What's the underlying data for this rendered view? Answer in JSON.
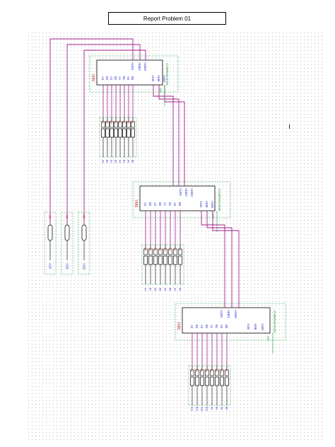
{
  "title": "Report Problem 01",
  "colors": {
    "wire": "#a0208c",
    "box": "#000000",
    "green": "#1f9a3a",
    "pin": "#2a2ad0",
    "red": "#c02020"
  },
  "chips": [
    {
      "part": "7485",
      "name": "COMPARATOR",
      "inputs": [
        "A3",
        "B3",
        "A2",
        "B2",
        "A1",
        "B1",
        "A0",
        "B0"
      ],
      "outputs": [
        "ALBO",
        "AEBO",
        "AGBO"
      ],
      "cascade": [
        "ALBI",
        "AEBI",
        "AGBI"
      ],
      "switch_labels": [
        "A3",
        "B3",
        "A2",
        "B2",
        "A1",
        "B1",
        "A0",
        "B0"
      ]
    },
    {
      "part": "7485",
      "name": "COMPARATOR",
      "inputs": [
        "A3",
        "B3",
        "A2",
        "B2",
        "A1",
        "B1",
        "A0",
        "B0"
      ],
      "outputs": [
        "ALBO",
        "AEBO",
        "AGBO"
      ],
      "cascade": [
        "ALBI",
        "AEBI",
        "AGBI"
      ],
      "switch_labels": [
        "A7",
        "B7",
        "A6",
        "B6",
        "A5",
        "B5",
        "A4",
        "B4"
      ]
    },
    {
      "part": "7485",
      "name": "COMPARATOR",
      "inputs": [
        "A3",
        "B3",
        "A2",
        "B2",
        "A1",
        "B1",
        "A0",
        "B0"
      ],
      "outputs": [
        "ALBO",
        "AEBO",
        "AGBO"
      ],
      "cascade": [
        "ALBI",
        "AEBI",
        "AGBI"
      ],
      "switch_labels": [
        "A11",
        "B11",
        "A10",
        "B10",
        "A9",
        "B9",
        "A8",
        "B8"
      ]
    }
  ],
  "leds": [
    "ALB",
    "AEB",
    "AGB"
  ]
}
